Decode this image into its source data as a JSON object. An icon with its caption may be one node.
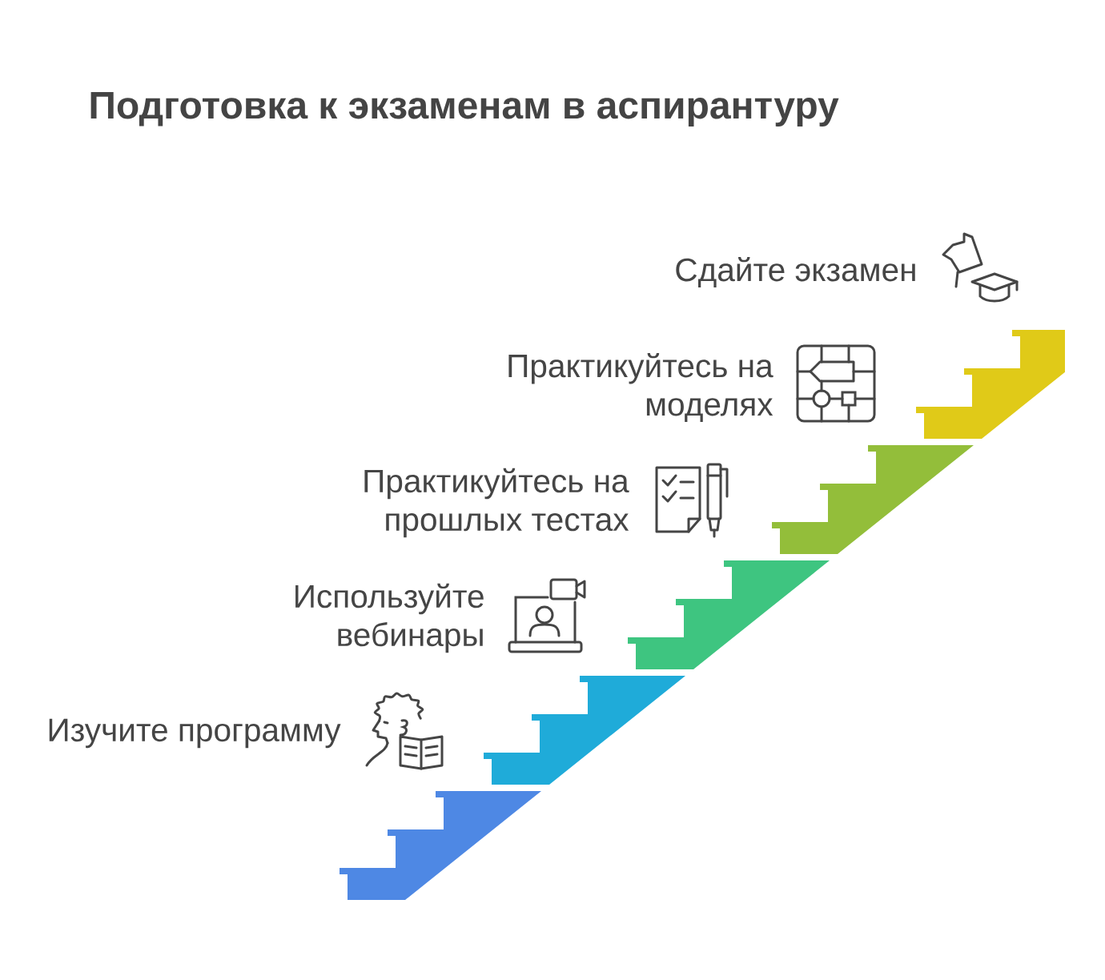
{
  "diagram": {
    "title": "Подготовка к экзаменам в аспирантуру",
    "nodes": [
      {
        "text": [
          "Изучите программу"
        ]
      },
      {
        "text": [
          "Используйте вебинары"
        ]
      },
      {
        "text": [
          "Практикуйтесь на прошлых тестах"
        ]
      },
      {
        "text": [
          "Практикуйтесь на моделях"
        ]
      },
      {
        "text": [
          "Сдайте экзамен"
        ]
      }
    ]
  }
}
